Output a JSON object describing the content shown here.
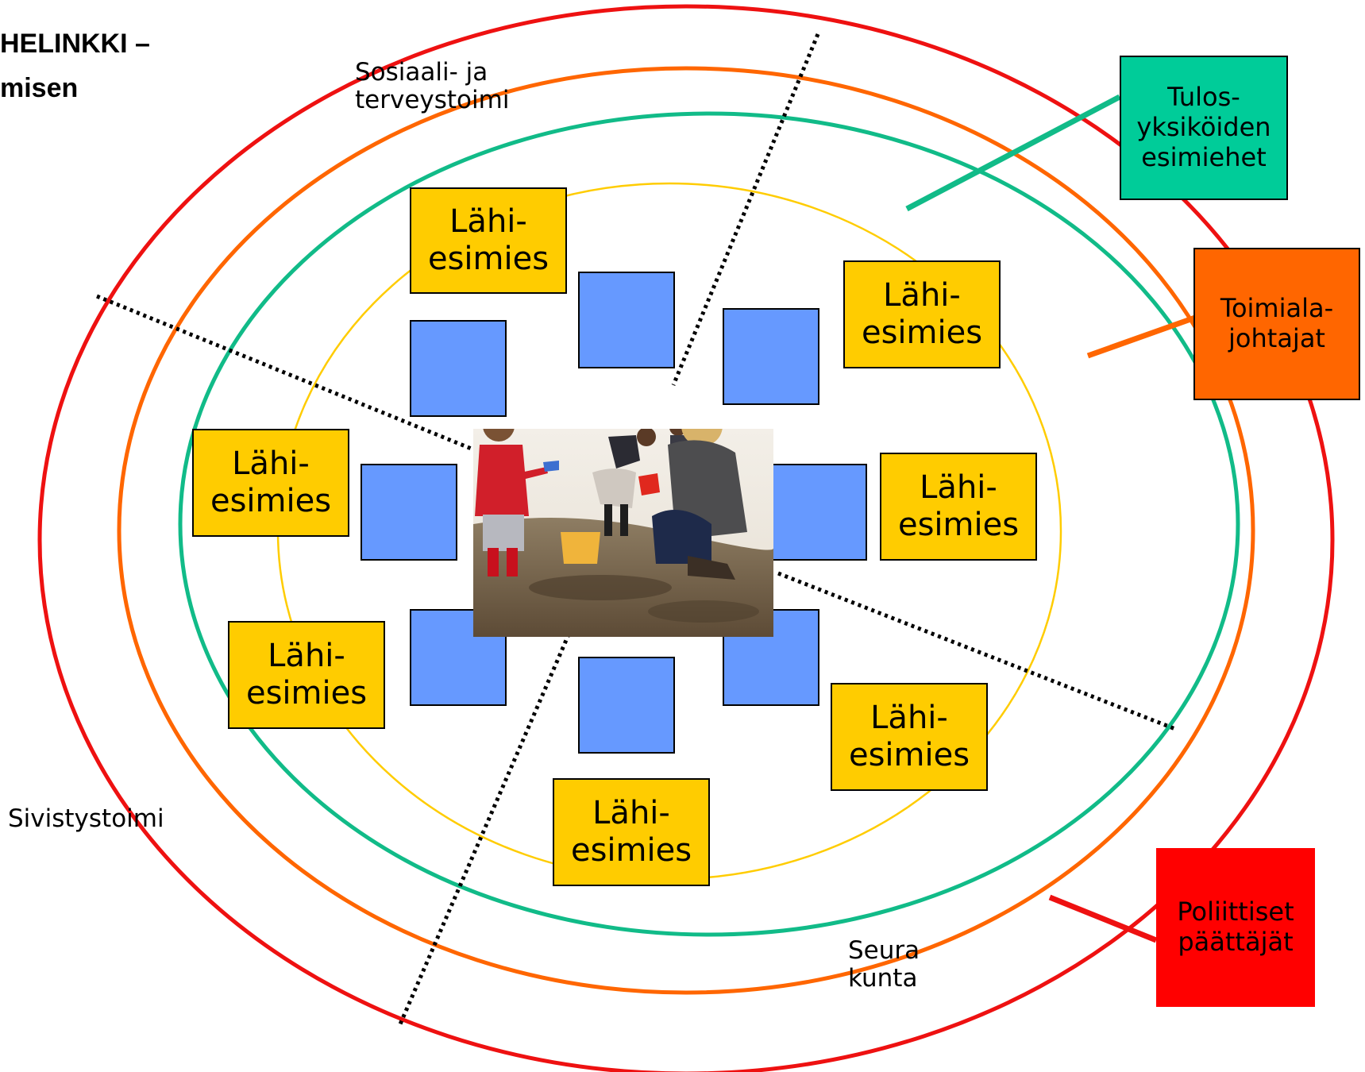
{
  "title_fragment": {
    "line1": "HELINKKI –",
    "line2": "misen"
  },
  "sectors": {
    "social_health": "Sosiaali- ja\nterveystoimi",
    "education": "Sivistystoimi",
    "parish": "Seura\nkunta"
  },
  "close_supervisor_label": "Lähi-\nesimies",
  "roles": {
    "unit_managers": "Tulos-\nyksiköiden\nesimiehet",
    "sector_directors": "Toimiala-\njohtajat",
    "politicians": "Poliittiset\npäättäjät"
  },
  "colors": {
    "outer_ring": "#ee1111",
    "middle_ring": "#ff6600",
    "inner_ring": "#11bb88",
    "core_ring": "#ffcc00",
    "unit_managers_box": "#00cc99",
    "sector_directors_box": "#ff6600",
    "politicians_box": "#ff0000",
    "close_supervisor_box": "#ffcc00",
    "employee_square": "#6699ff"
  },
  "photo": "family playing on a beach"
}
